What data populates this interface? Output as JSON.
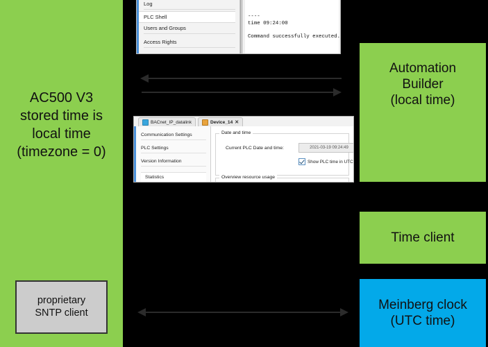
{
  "canvas": {
    "background_color": "#000000",
    "green": "#8CCF4F",
    "blue": "#03A9E9",
    "gray": "#CCCCCC"
  },
  "left_panel": {
    "label": "AC500 V3\nstored time is\nlocal time\n(timezone = 0)",
    "sntp_box": {
      "label": "proprietary\nSNTP client"
    }
  },
  "right_panel": {
    "automation_builder": "Automation\nBuilder\n(local time)",
    "time_client": "Time client",
    "meinberg_clock": "Meinberg clock\n(UTC time)"
  },
  "arrows": {
    "top_left_arrow": "arrow-left",
    "top_right_arrow": "arrow-right",
    "bottom_arrow": "arrow-double-headed"
  },
  "plc_shell_screenshot": {
    "nav_items": [
      {
        "label": "Log",
        "active": false
      },
      {
        "label": "PLC Shell",
        "active": true
      },
      {
        "label": "Users and Groups",
        "active": false
      },
      {
        "label": "Access Rights",
        "active": false
      }
    ],
    "console_lines": [
      "----",
      "time 09:24:00",
      "Command successfully executed."
    ]
  },
  "device_screenshot": {
    "tabs": [
      {
        "label": "BACnet_IP_datalink",
        "active": false,
        "closable": false
      },
      {
        "label": "Device_14",
        "active": true,
        "closable": true,
        "close_label": "✕"
      }
    ],
    "side_items": [
      {
        "label": "Communication Settings",
        "active": false
      },
      {
        "label": "PLC Settings",
        "active": false
      },
      {
        "label": "Version Information",
        "active": false
      },
      {
        "label": "Statistics",
        "active": true
      }
    ],
    "date_and_time_group": {
      "title": "Date and time",
      "field_label": "Current PLC Date and time:",
      "field_value": "2021-03-19 09:24:49",
      "checkbox_label": "Show PLC time in UTC",
      "checkbox_checked": true
    },
    "overview_group": {
      "title": "Overview resource usage"
    }
  }
}
